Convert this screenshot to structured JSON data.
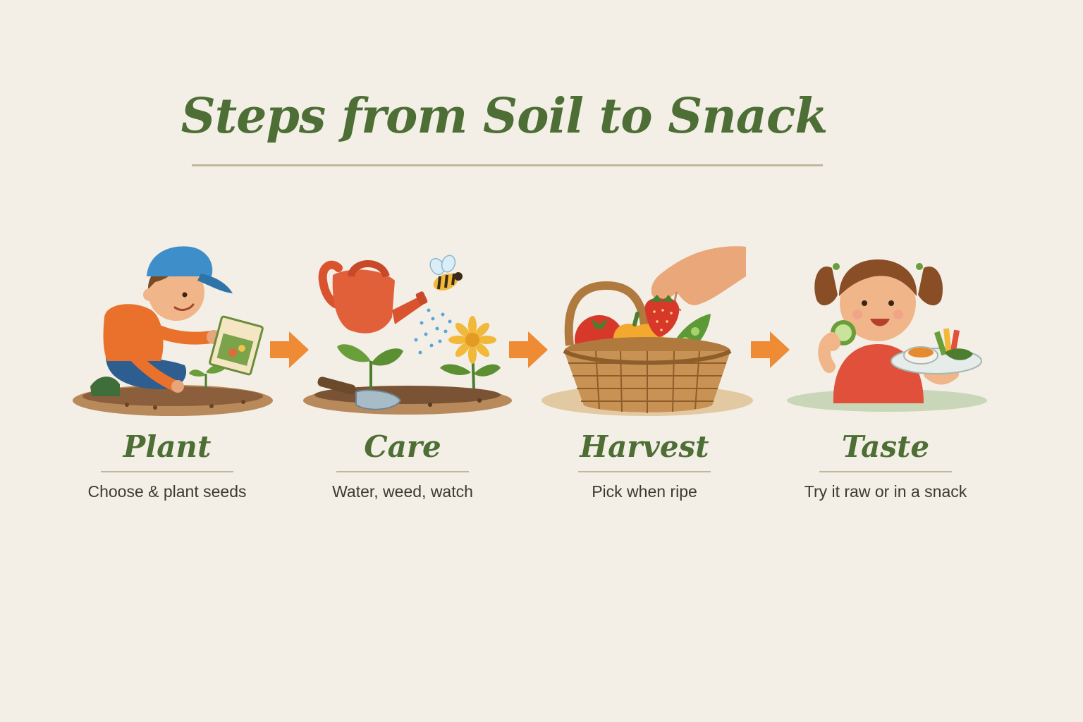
{
  "title": "Steps from Soil to Snack",
  "steps": [
    {
      "label": "Plant",
      "description": "Choose & plant seeds"
    },
    {
      "label": "Care",
      "description": "Water, weed, watch"
    },
    {
      "label": "Harvest",
      "description": "Pick when ripe"
    },
    {
      "label": "Taste",
      "description": "Try it raw or in a snack"
    }
  ],
  "colors": {
    "background": "#f3efe6",
    "title": "#4d6e34",
    "arrow": "#ef8a35",
    "soil": "#7a5234",
    "text": "#3c3a30"
  },
  "icons": [
    "child-planting-seeds",
    "watering-can",
    "bee",
    "sunflower",
    "trowel",
    "vegetable-basket",
    "strawberry",
    "hand",
    "child-eating-snack",
    "snack-plate"
  ]
}
